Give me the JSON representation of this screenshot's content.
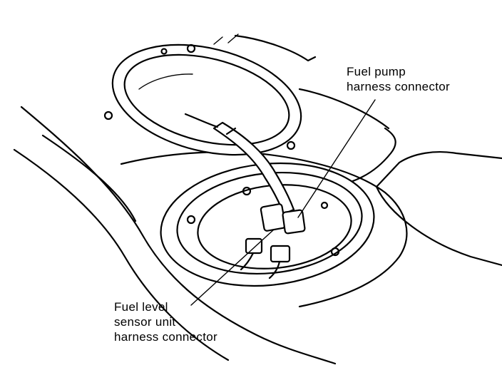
{
  "callouts": {
    "fuel_pump": {
      "line1": "Fuel pump",
      "line2": "harness connector"
    },
    "fuel_level_sensor": {
      "line1": "Fuel level",
      "line2": "sensor unit",
      "line3": "harness connector"
    }
  },
  "colors": {
    "ink": "#000000",
    "paper": "#ffffff"
  }
}
